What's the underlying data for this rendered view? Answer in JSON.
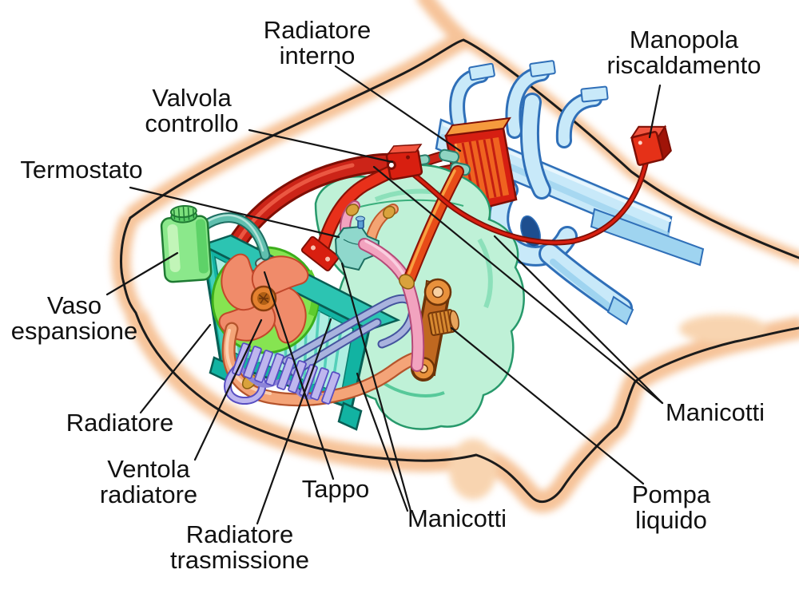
{
  "figure": {
    "alt": "Cutaway illustration of a car front end showing the engine cooling and cabin heating system with Italian callout labels",
    "labels": {
      "radiatore_interno": "Radiatore\ninterno",
      "manopola_riscaldamento": "Manopola\nriscaldamento",
      "valvola_controllo": "Valvola\ncontrollo",
      "termostato": "Termostato",
      "vaso_espansione": "Vaso\nespansione",
      "radiatore": "Radiatore",
      "ventola_radiatore": "Ventola\nradiatore",
      "radiatore_trasmissione": "Radiatore\ntrasmissione",
      "tappo": "Tappo",
      "manicotti_bottom": "Manicotti",
      "manicotti_right": "Manicotti",
      "pompa_liquido": "Pompa\nliquido"
    },
    "colors": {
      "body_outline": "#1c1c1c",
      "body_glow": "#f5bd8e",
      "dash_blue": "#c8e9f9",
      "dash_blue_dark": "#2f6fb8",
      "hot_red": "#cc2418",
      "bright_red": "#e8301a",
      "heater_core_orange": "#ef6320",
      "engine_mint": "#bff1d7",
      "radiator_teal": "#12b3a2",
      "radiator_core": "#aeeee2",
      "fan_salmon": "#f08b6a",
      "shroud_green": "#86e451",
      "tank_green": "#8be88b",
      "pink_hose": "#f2a3bf",
      "salmon_hose": "#f4a478",
      "trans_cooler_violet": "#beb6ee",
      "pump_orange": "#d78a30",
      "leader_line": "#141414"
    }
  }
}
